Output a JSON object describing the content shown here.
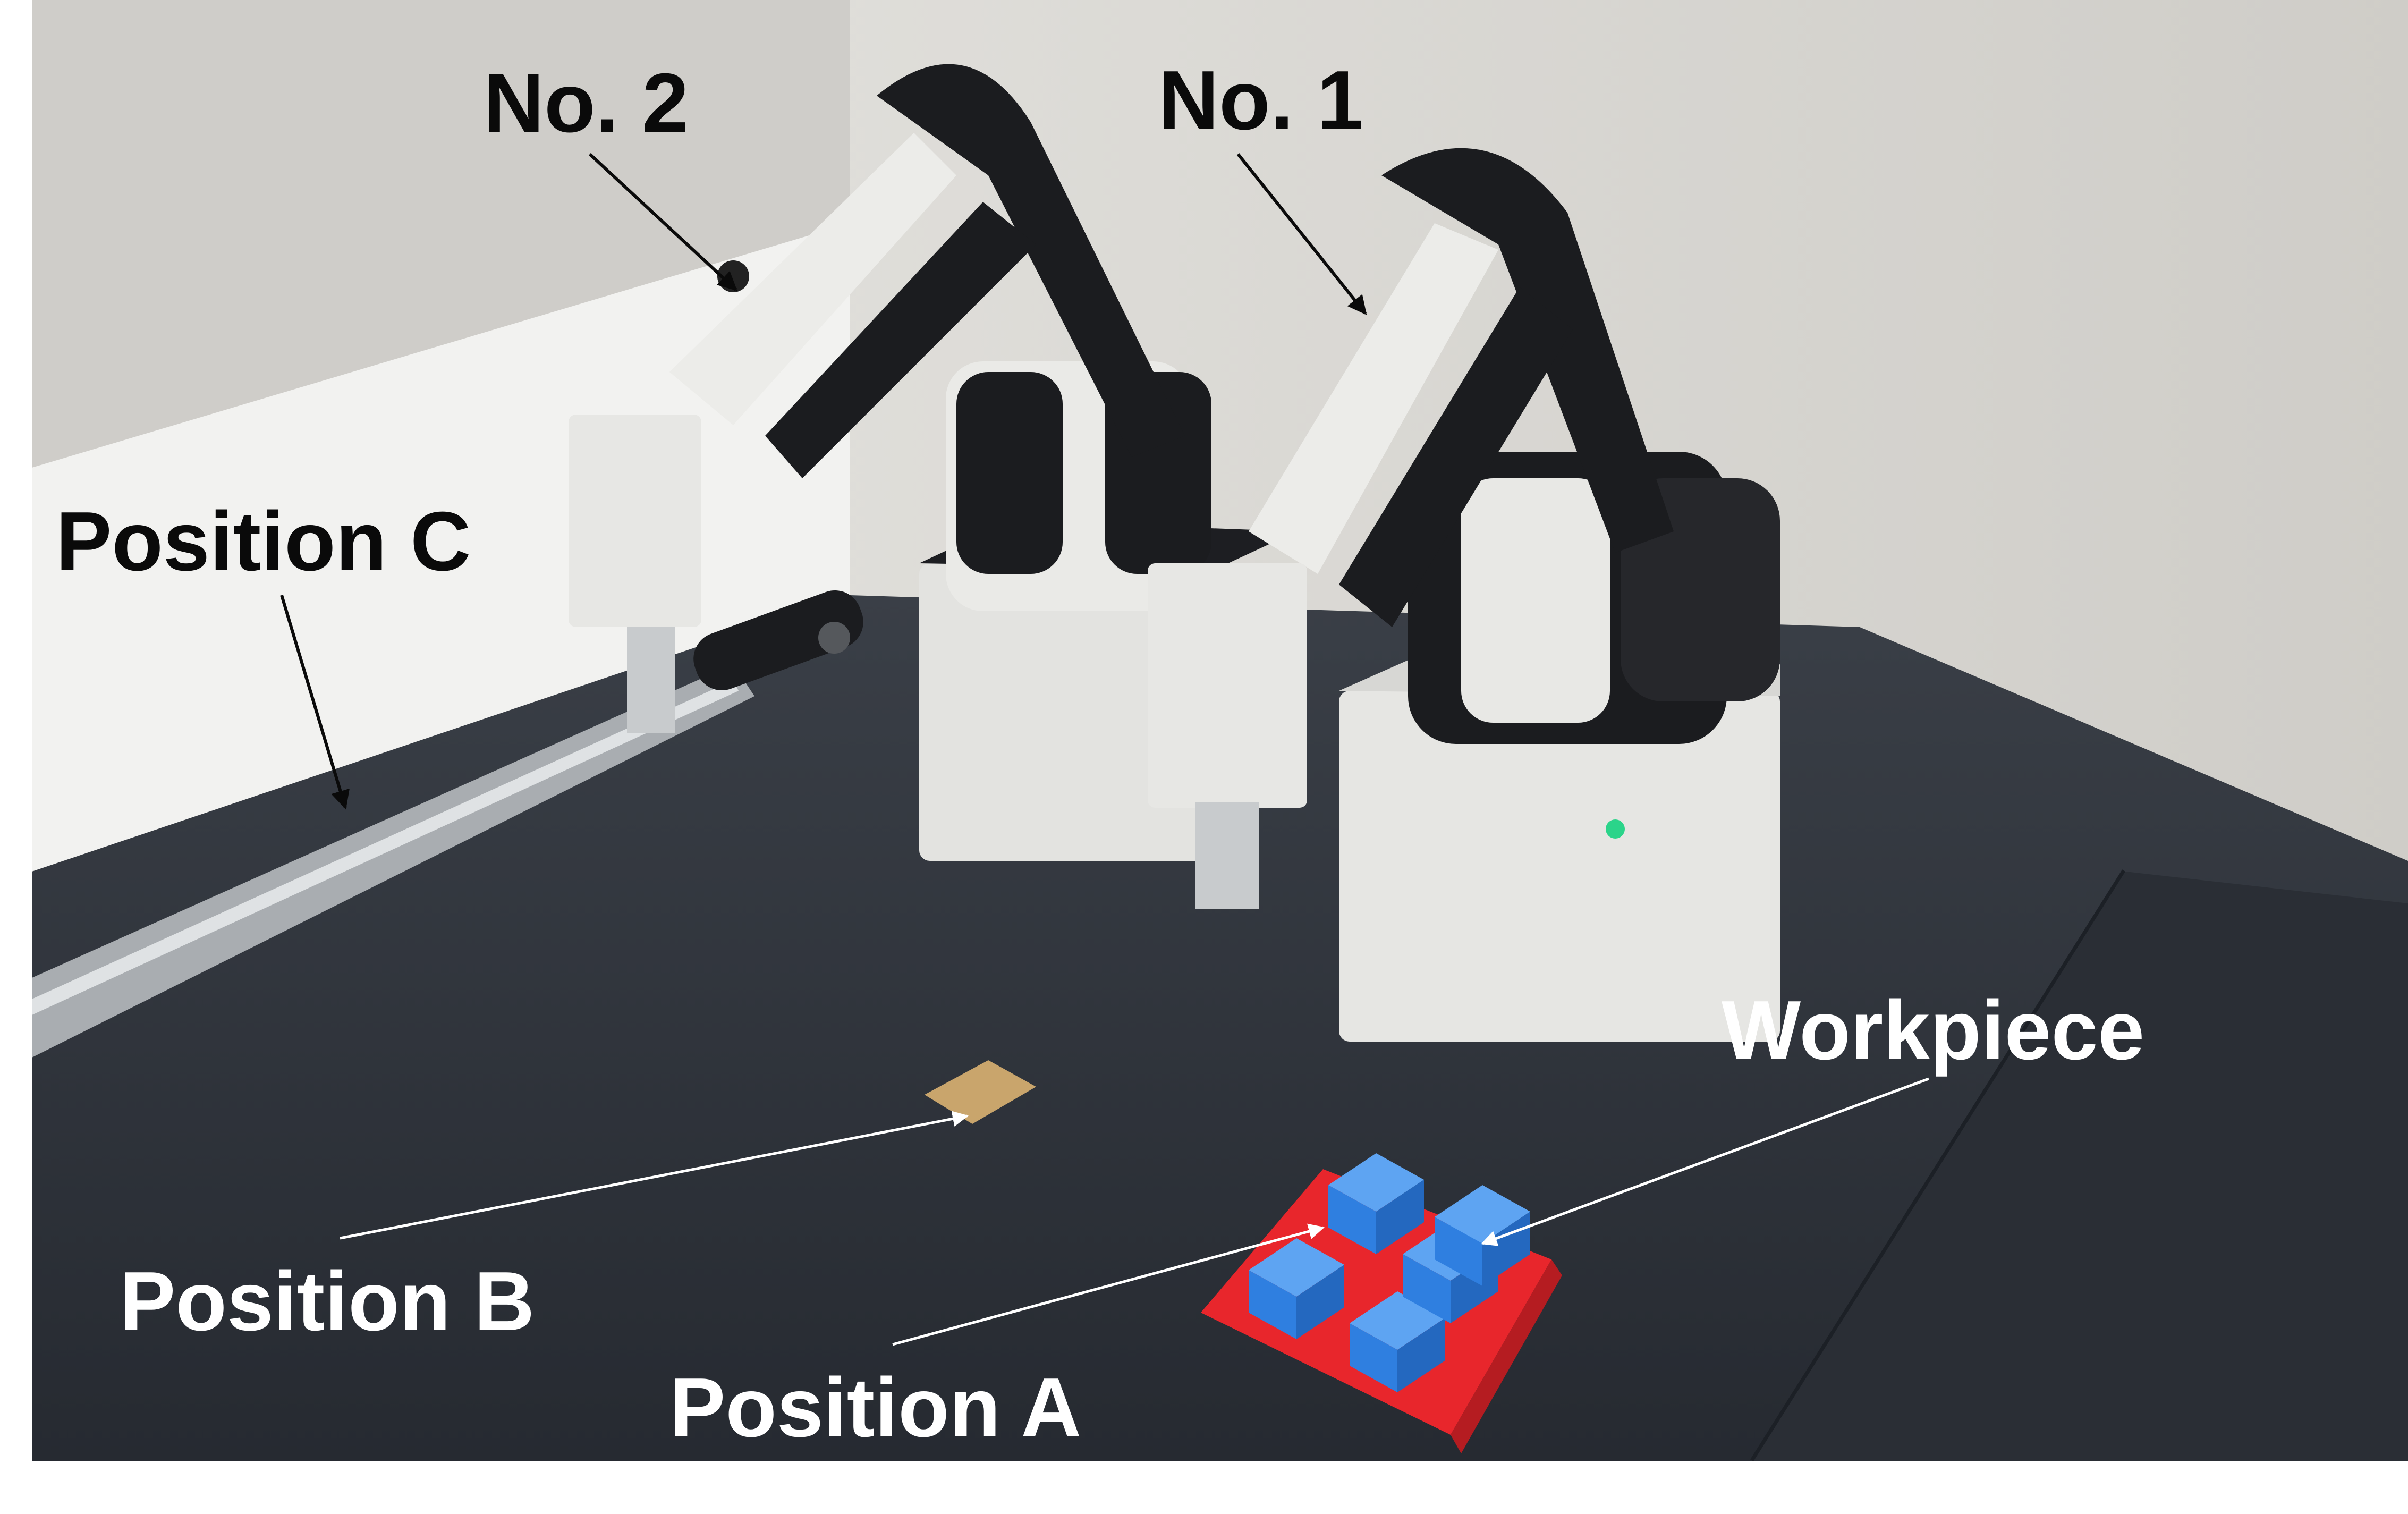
{
  "labels": {
    "robot_2": "No. 2",
    "robot_1": "No. 1",
    "position_c": "Position C",
    "position_b": "Position B",
    "position_a": "Position A",
    "workpiece": "Workpiece"
  },
  "colors": {
    "label_dark": "#0a0a0a",
    "label_light": "#ffffff",
    "floor": "#2c3139",
    "wall": "#d9d8d4",
    "robot_body": "#e6e6e3",
    "robot_dark": "#1b1c1f",
    "tray": "#e8262c",
    "workpiece": "#2f7fe0",
    "card": "#c9a56c",
    "rail": "#b8bcc0"
  }
}
